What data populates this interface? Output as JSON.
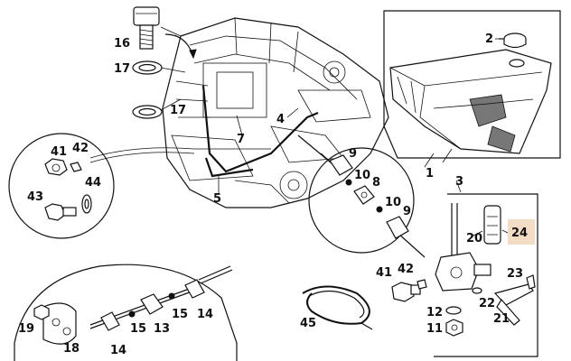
{
  "callouts": {
    "n1": "1",
    "n2": "2",
    "n3": "3",
    "n4": "4",
    "n5": "5",
    "n7": "7",
    "n8": "8",
    "n9a": "9",
    "n9b": "9",
    "n10a": "10",
    "n10b": "10",
    "n11": "11",
    "n12": "12",
    "n13": "13",
    "n14a": "14",
    "n14b": "14",
    "n15a": "15",
    "n15b": "15",
    "n16": "16",
    "n17a": "17",
    "n17b": "17",
    "n18": "18",
    "n19": "19",
    "n20": "20",
    "n21": "21",
    "n22": "22",
    "n23": "23",
    "n24": "24",
    "n41a": "41",
    "n41b": "41",
    "n42a": "42",
    "n42b": "42",
    "n43": "43",
    "n44": "44",
    "n45": "45"
  },
  "highlight": {
    "color": "#f2dcc6",
    "label": "24"
  }
}
